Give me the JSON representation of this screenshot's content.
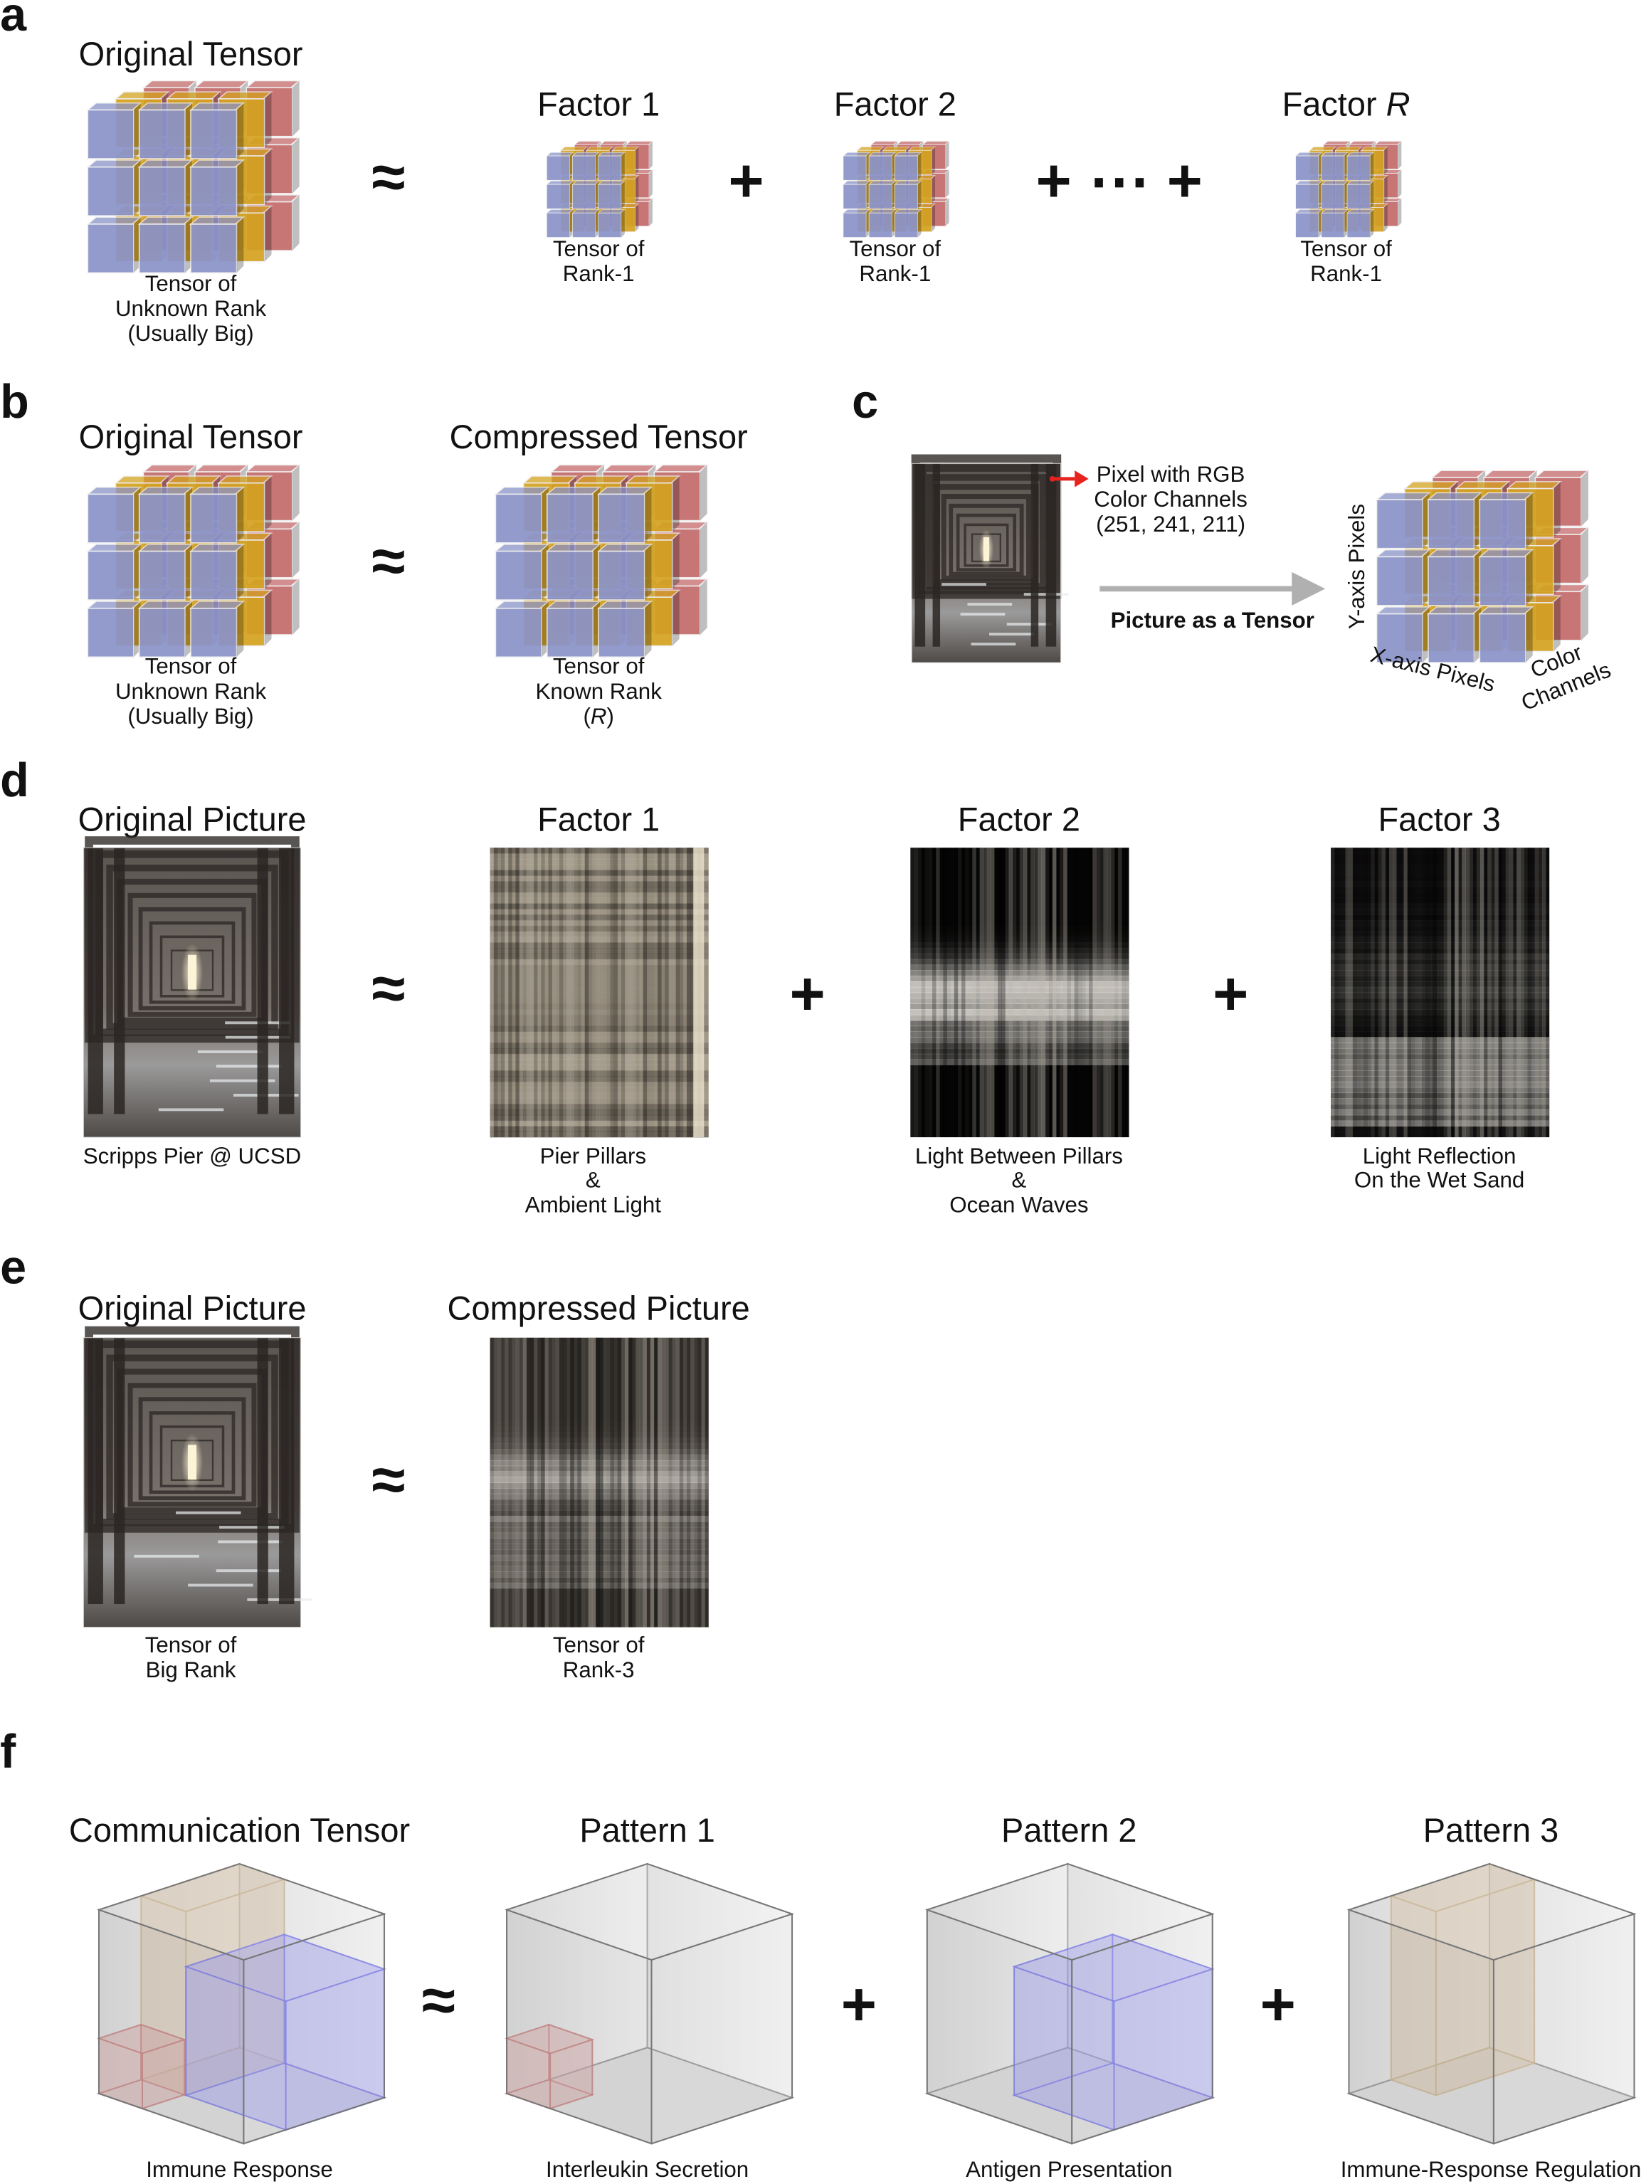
{
  "panels": {
    "a": {
      "letter": "a",
      "original_title": "Original Tensor",
      "original_label": [
        "Tensor of",
        "Unknown Rank",
        "(Usually Big)"
      ],
      "approx": "≈",
      "plus": "+",
      "plus_dots": "+ ⋯ +",
      "factors": [
        {
          "title": "Factor 1",
          "label": [
            "Tensor of",
            "Rank-1"
          ]
        },
        {
          "title": "Factor 2",
          "label": [
            "Tensor of",
            "Rank-1"
          ]
        },
        {
          "title_prefix": "Factor ",
          "title_italic": "R",
          "label": [
            "Tensor of",
            "Rank-1"
          ]
        }
      ]
    },
    "b": {
      "letter": "b",
      "original_title": "Original Tensor",
      "original_label": [
        "Tensor of",
        "Unknown Rank",
        "(Usually Big)"
      ],
      "approx": "≈",
      "compressed_title": "Compressed Tensor",
      "compressed_label": [
        "Tensor of",
        "Known Rank",
        "(",
        "R",
        ")"
      ]
    },
    "c": {
      "letter": "c",
      "pixel_label": [
        "Pixel with RGB",
        "Color Channels",
        "(251, 241, 211)"
      ],
      "arrow_label": "Picture as a Tensor",
      "y_axis": "Y-axis Pixels",
      "x_axis": "X-axis Pixels",
      "color_axis": [
        "Color",
        "Channels"
      ]
    },
    "d": {
      "letter": "d",
      "approx": "≈",
      "plus": "+",
      "original_title": "Original Picture",
      "original_label": [
        "Scripps Pier @ UCSD"
      ],
      "factors": [
        {
          "title": "Factor 1",
          "label": [
            "Pier Pillars",
            "&",
            "Ambient Light"
          ]
        },
        {
          "title": "Factor 2",
          "label": [
            "Light Between Pillars",
            "&",
            "Ocean Waves"
          ]
        },
        {
          "title": "Factor 3",
          "label": [
            "Light Reflection",
            "On the Wet Sand"
          ]
        }
      ]
    },
    "e": {
      "letter": "e",
      "approx": "≈",
      "original_title": "Original Picture",
      "original_label": [
        "Tensor of",
        "Big Rank"
      ],
      "compressed_title": "Compressed Picture",
      "compressed_label": [
        "Tensor of",
        "Rank-3"
      ]
    },
    "f": {
      "letter": "f",
      "approx": "≈",
      "plus": "+",
      "items": [
        {
          "title": "Communication Tensor",
          "label": "Immune Response"
        },
        {
          "title": "Pattern 1",
          "label": "Interleukin Secretion"
        },
        {
          "title": "Pattern 2",
          "label": "Antigen Presentation"
        },
        {
          "title": "Pattern 3",
          "label": "Immune-Response Regulation"
        }
      ]
    }
  },
  "colors": {
    "blue": "#8a93c9",
    "yellow": "#d4a21f",
    "red": "#c46a6a",
    "tan": "#c8b08c",
    "pattern_blue": "#7d7ef0",
    "pattern_red": "#c98a8a",
    "arrow_red": "#e8231f",
    "arrow_gray": "#b0b0b0"
  }
}
